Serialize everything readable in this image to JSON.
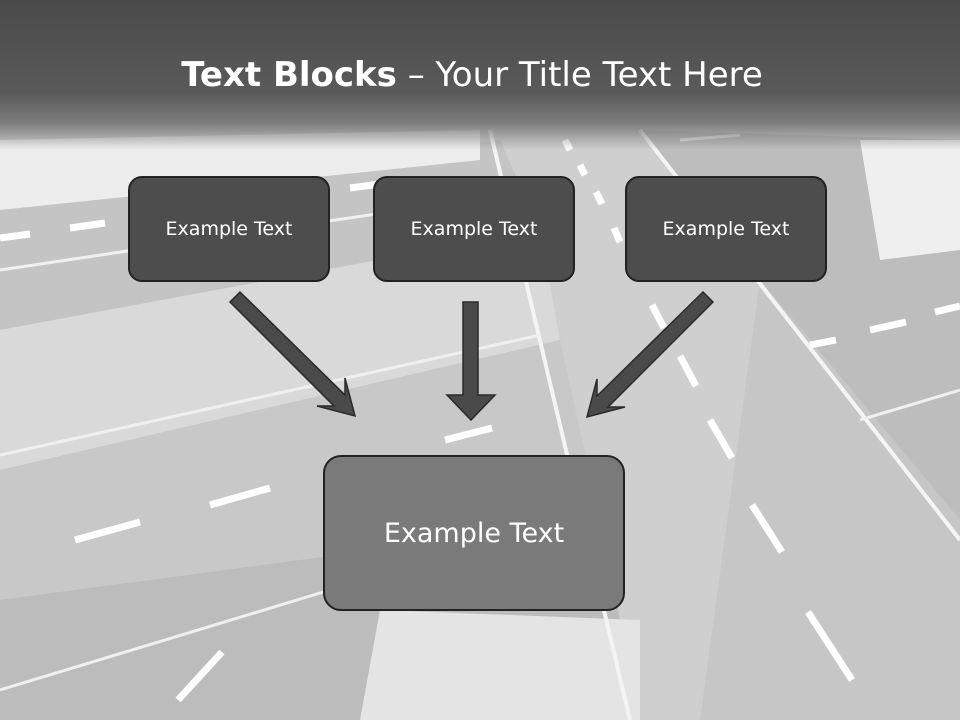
{
  "title": {
    "bold": "Text Blocks",
    "dash": " – ",
    "rest": "Your Title Text Here"
  },
  "top_boxes": [
    {
      "label": "Example Text"
    },
    {
      "label": "Example Text"
    },
    {
      "label": "Example Text"
    }
  ],
  "bottom_box": {
    "label": "Example Text"
  },
  "colors": {
    "title_band": "#4a4a4a",
    "box_dark": "#4d4d4d",
    "box_result": "#7a7a7a",
    "arrow": "#4a4a4a",
    "text": "#ffffff"
  }
}
